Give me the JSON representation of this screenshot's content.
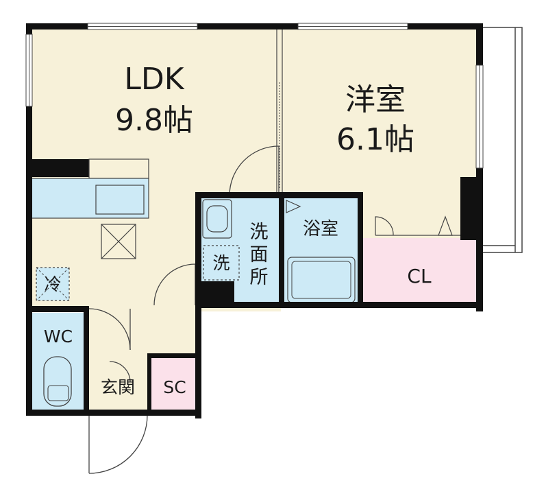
{
  "rooms": {
    "ldk": {
      "name": "LDK",
      "size": "9.8帖"
    },
    "western": {
      "name": "洋室",
      "size": "6.1帖"
    },
    "washroom": {
      "name_lines": [
        "洗",
        "面",
        "所"
      ]
    },
    "bath": {
      "name": "浴室"
    },
    "closet": {
      "name": "CL"
    },
    "toilet": {
      "name": "WC"
    },
    "entrance": {
      "name": "玄関"
    },
    "shoe_closet": {
      "name": "SC"
    }
  },
  "appliances": {
    "fridge": {
      "label": "冷"
    },
    "washer": {
      "label": "洗"
    }
  },
  "colors": {
    "floor": "#f7f1d9",
    "wet_area": "#cdeaf6",
    "storage": "#fbe1ea",
    "wall": "#111111",
    "line": "#444444"
  }
}
